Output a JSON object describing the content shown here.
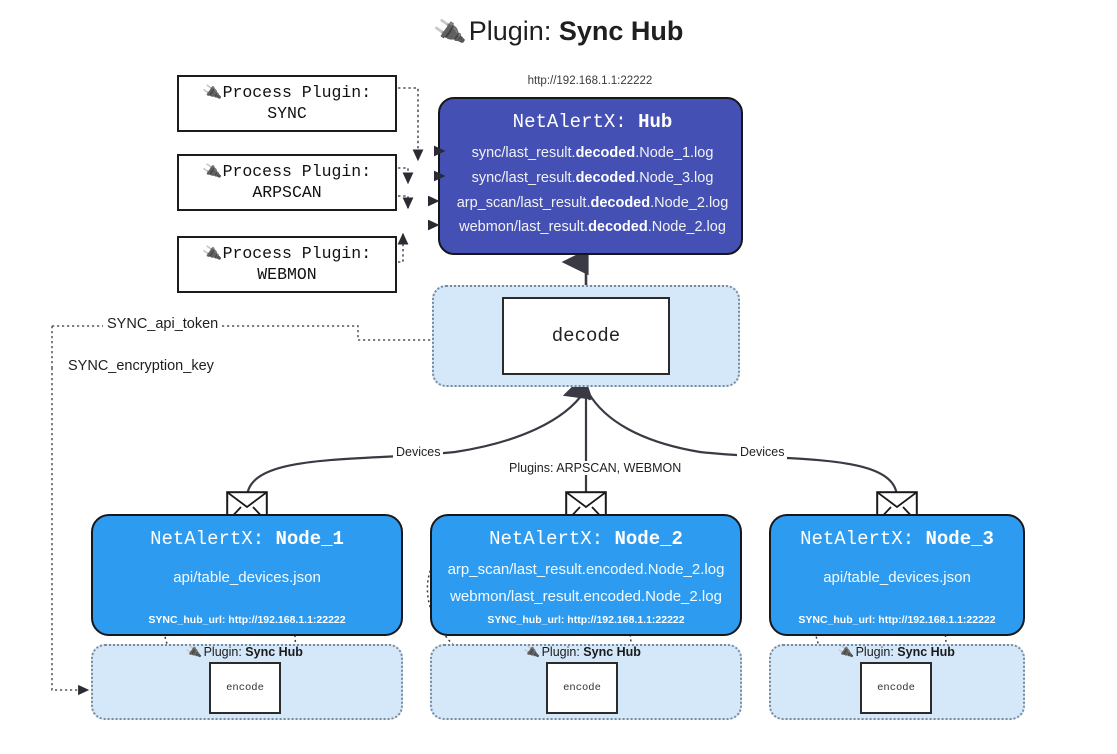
{
  "header": {
    "plug_icon": "plug-icon",
    "prefix": "Plugin: ",
    "name": "Sync Hub"
  },
  "hub": {
    "url": "http://192.168.1.1:22222",
    "title_prefix": "NetAlertX: ",
    "title_name": "Hub",
    "lines": [
      {
        "pre": "sync/last_result.",
        "bold": "decoded",
        "post": ".Node_1.log"
      },
      {
        "pre": "sync/last_result.",
        "bold": "decoded",
        "post": ".Node_3.log"
      },
      {
        "pre": "arp_scan/last_result.",
        "bold": "decoded",
        "post": ".Node_2.log"
      },
      {
        "pre": "webmon/last_result.",
        "bold": "decoded",
        "post": ".Node_2.log"
      }
    ],
    "color": "#4450b4"
  },
  "process_plugins": [
    {
      "line1": "Process Plugin:",
      "line2": "SYNC"
    },
    {
      "line1": "Process Plugin:",
      "line2": "ARPSCAN"
    },
    {
      "line1": "Process Plugin:",
      "line2": "WEBMON"
    }
  ],
  "decode": {
    "label": "decode",
    "band_color": "#d4e8fa"
  },
  "config_labels": {
    "api_token": "SYNC_api_token",
    "encryption_key": "SYNC_encryption_key"
  },
  "edge_labels": {
    "devices_left": "Devices",
    "devices_right": "Devices",
    "plugins_center": "Plugins: ARPSCAN, WEBMON"
  },
  "nodes": [
    {
      "title_prefix": "NetAlertX: ",
      "title_name": "Node_1",
      "lines": [
        "api/table_devices.json"
      ],
      "footer": "SYNC_hub_url: http://192.168.1.1:22222",
      "envelope_icon": "envelope-icon",
      "color": "#2c9bf0"
    },
    {
      "title_prefix": "NetAlertX: ",
      "title_name": "Node_2",
      "lines": [
        "arp_scan/last_result.encoded.Node_2.log",
        "webmon/last_result.encoded.Node_2.log"
      ],
      "footer": "SYNC_hub_url: http://192.168.1.1:22222",
      "envelope_icon": "envelope-icon",
      "color": "#2c9bf0"
    },
    {
      "title_prefix": "NetAlertX: ",
      "title_name": "Node_3",
      "lines": [
        "api/table_devices.json"
      ],
      "footer": "SYNC_hub_url: http://192.168.1.1:22222",
      "envelope_icon": "envelope-icon",
      "color": "#2c9bf0"
    }
  ],
  "encoders": [
    {
      "plugin_prefix": "Plugin: ",
      "plugin_name": "Sync Hub",
      "label": "encode"
    },
    {
      "plugin_prefix": "Plugin: ",
      "plugin_name": "Sync Hub",
      "label": "encode"
    },
    {
      "plugin_prefix": "Plugin: ",
      "plugin_name": "Sync Hub",
      "label": "encode"
    }
  ]
}
